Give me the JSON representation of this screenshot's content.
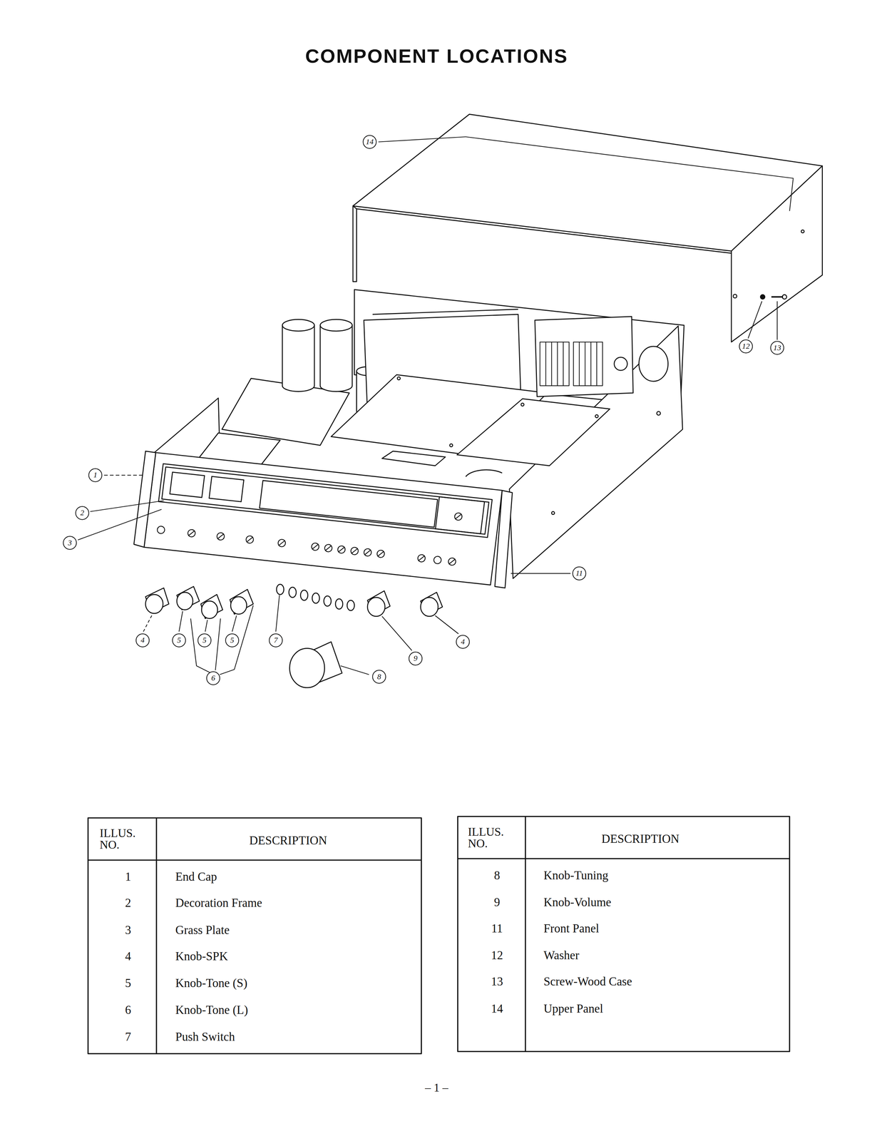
{
  "diagram": {
    "title": "COMPONENT LOCATIONS",
    "labels": [
      "14",
      "12",
      "13",
      "1",
      "2",
      "3",
      "11",
      "4",
      "5",
      "5",
      "5",
      "7",
      "9",
      "4",
      "6",
      "8",
      "ILLUS. NO.",
      "DESCRIPTION",
      "1",
      "End Cap",
      "2",
      "Decoration Frame",
      "3",
      "Grass Plate",
      "4",
      "Knob-SPK",
      "5",
      "Knob-Tone (S)",
      "6",
      "Knob-Tone (L)",
      "7",
      "Push Switch",
      "ILLUS. NO.",
      "DESCRIPTION",
      "8",
      "Knob-Tuning",
      "9",
      "Knob-Volume",
      "11",
      "Front Panel",
      "12",
      "Washer",
      "13",
      "Screw-Wood Case",
      "14",
      "Upper Panel",
      "– 1 –"
    ]
  }
}
